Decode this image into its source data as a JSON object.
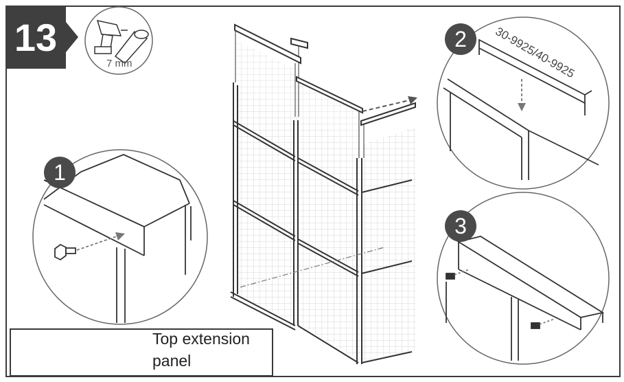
{
  "step": {
    "number": "13"
  },
  "tool": {
    "size_label": "7 mm",
    "icons": [
      "drill-icon",
      "socket-icon"
    ]
  },
  "details": [
    {
      "number": "1"
    },
    {
      "number": "2",
      "part_code": "30-9925/40-9925"
    },
    {
      "number": "3"
    }
  ],
  "legend": {
    "line1": "Top extension",
    "line2": "panel",
    "icons": [
      "footprints-icon",
      "arrow-right-icon",
      "lightbulb-icon"
    ]
  },
  "colors": {
    "badge": "#3f3f3f",
    "circle": "#4a4a4a",
    "line": "#333333",
    "grid": "#d6d6d6"
  }
}
